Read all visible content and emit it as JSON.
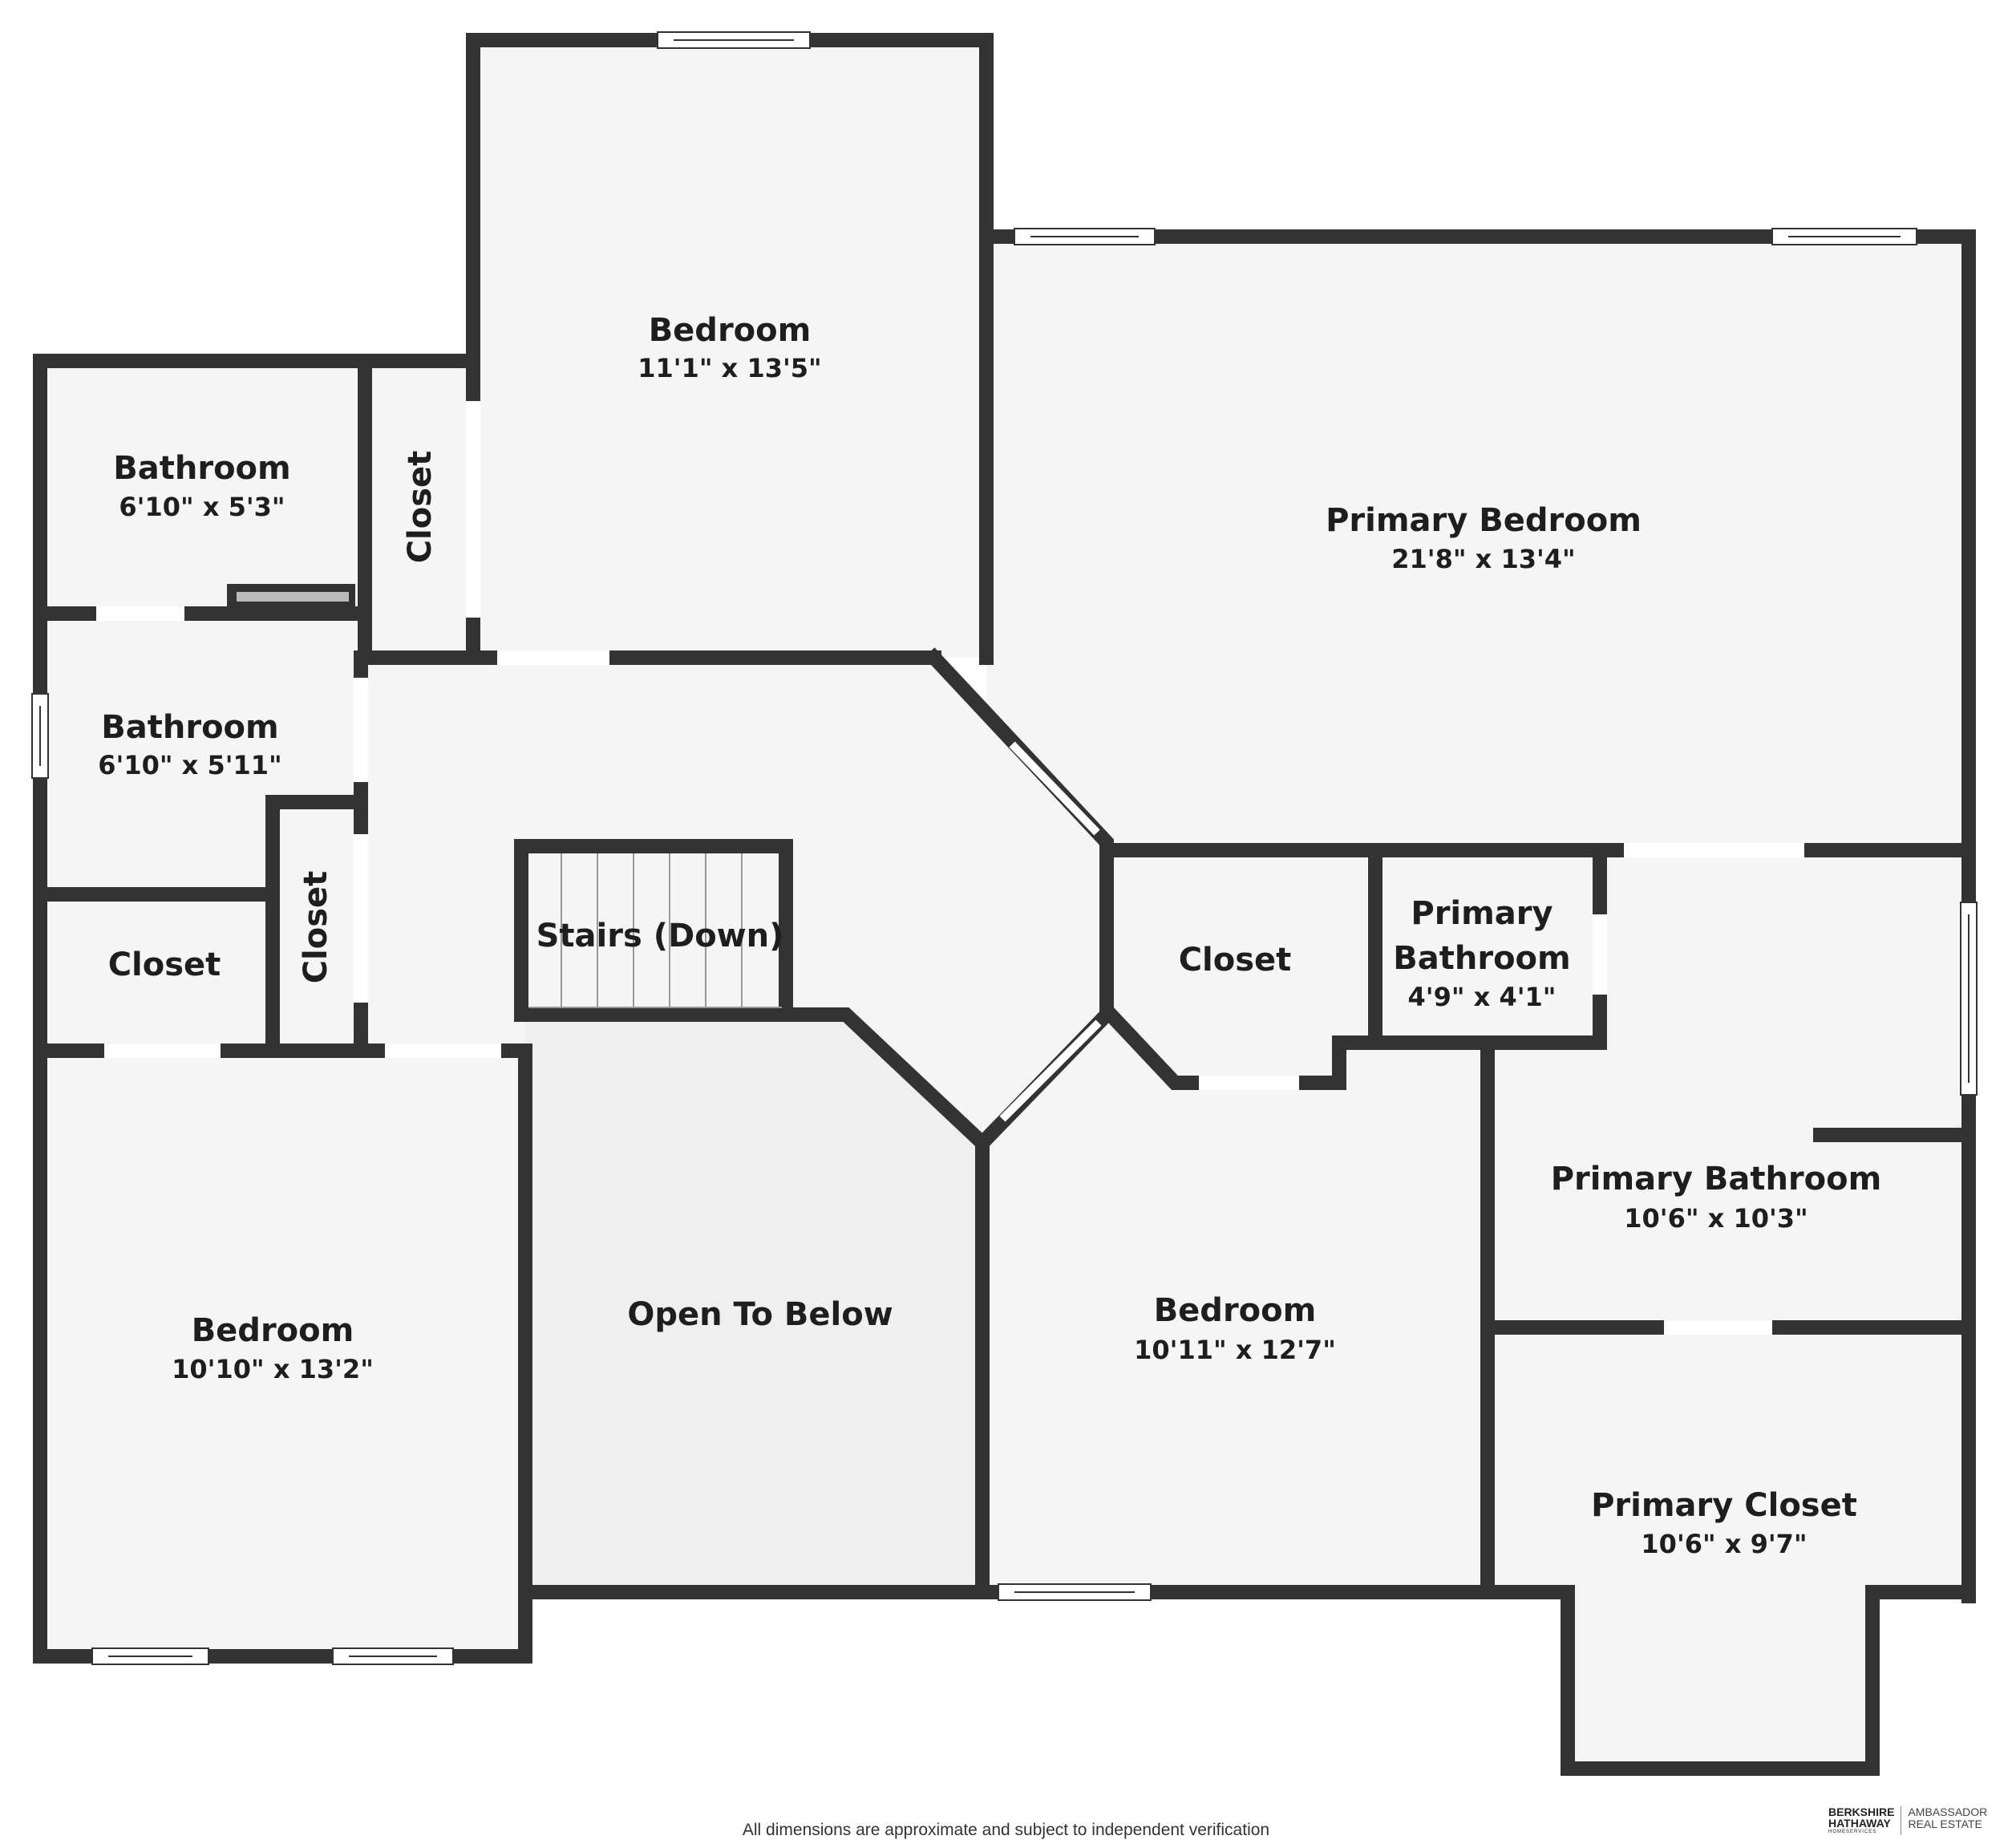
{
  "rooms": {
    "bedroom_top": {
      "name": "Bedroom",
      "dims": "11'1\" x 13'5\""
    },
    "primary_bedroom": {
      "name": "Primary Bedroom",
      "dims": "21'8\" x 13'4\""
    },
    "bathroom_upper": {
      "name": "Bathroom",
      "dims": "6'10\" x 5'3\""
    },
    "bathroom_lower": {
      "name": "Bathroom",
      "dims": "6'10\" x 5'11\""
    },
    "closet_vertical_upper": {
      "name": "Closet"
    },
    "closet_vertical_lower": {
      "name": "Closet"
    },
    "closet_left": {
      "name": "Closet"
    },
    "stairs": {
      "name": "Stairs (Down)"
    },
    "bedroom_left": {
      "name": "Bedroom",
      "dims": "10'10\" x 13'2\""
    },
    "open_to_below": {
      "name": "Open To Below"
    },
    "closet_center": {
      "name": "Closet"
    },
    "primary_bathroom_small": {
      "name_line1": "Primary",
      "name_line2": "Bathroom",
      "dims": "4'9\" x 4'1\""
    },
    "primary_bathroom": {
      "name": "Primary Bathroom",
      "dims": "10'6\" x 10'3\""
    },
    "bedroom_center": {
      "name": "Bedroom",
      "dims": "10'11\" x 12'7\""
    },
    "primary_closet": {
      "name": "Primary Closet",
      "dims": "10'6\" x 9'7\""
    }
  },
  "footer": {
    "disclaimer": "All dimensions are approximate and subject to independent verification",
    "logo_line1": "BERKSHIRE",
    "logo_line2": "HATHAWAY",
    "logo_line3": "HOMESERVICES",
    "office_line1": "AMBASSADOR",
    "office_line2": "REAL ESTATE"
  },
  "colors": {
    "wall": "#333333",
    "room_fill": "#f5f5f5",
    "open_fill": "#efefef",
    "text": "#1e1e1e"
  }
}
